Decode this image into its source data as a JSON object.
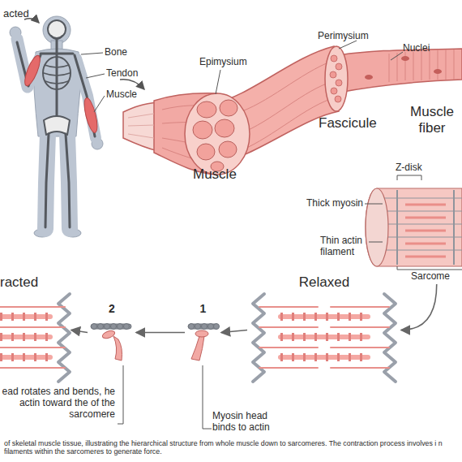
{
  "diagram": {
    "caption": "of skeletal muscle tissue, illustrating the hierarchical structure from whole muscle down to sarcomeres. The contraction process involves i n filaments within the sarcomeres to generate force.",
    "nodes": [
      {
        "text": [
          "Sarcome"
        ]
      },
      {
        "text": [
          "Relaxed"
        ]
      },
      {
        "text": [
          "1"
        ]
      },
      {
        "text": [
          "2"
        ]
      },
      {
        "text": [
          "racted"
        ]
      }
    ],
    "edges": [
      {
        "from": 0,
        "to": 1,
        "arrow": "to"
      },
      {
        "from": 1,
        "to": 2,
        "arrow": "to"
      },
      {
        "from": 2,
        "to": 3,
        "arrow": "to"
      },
      {
        "from": 3,
        "to": 4,
        "arrow": "to"
      }
    ],
    "labels": [
      "acted",
      "Bone",
      "Tendon",
      "Muscle",
      "Epimysium",
      "Perimysium",
      "Nuclei",
      "Fascicule",
      "Muscle fiber",
      "Muscle",
      "Z-disk",
      "Thick myosin",
      "Thin actin filament",
      "Myosin head binds to actin",
      "ead rotates and bends, he actin toward the of the sarcomere"
    ]
  }
}
